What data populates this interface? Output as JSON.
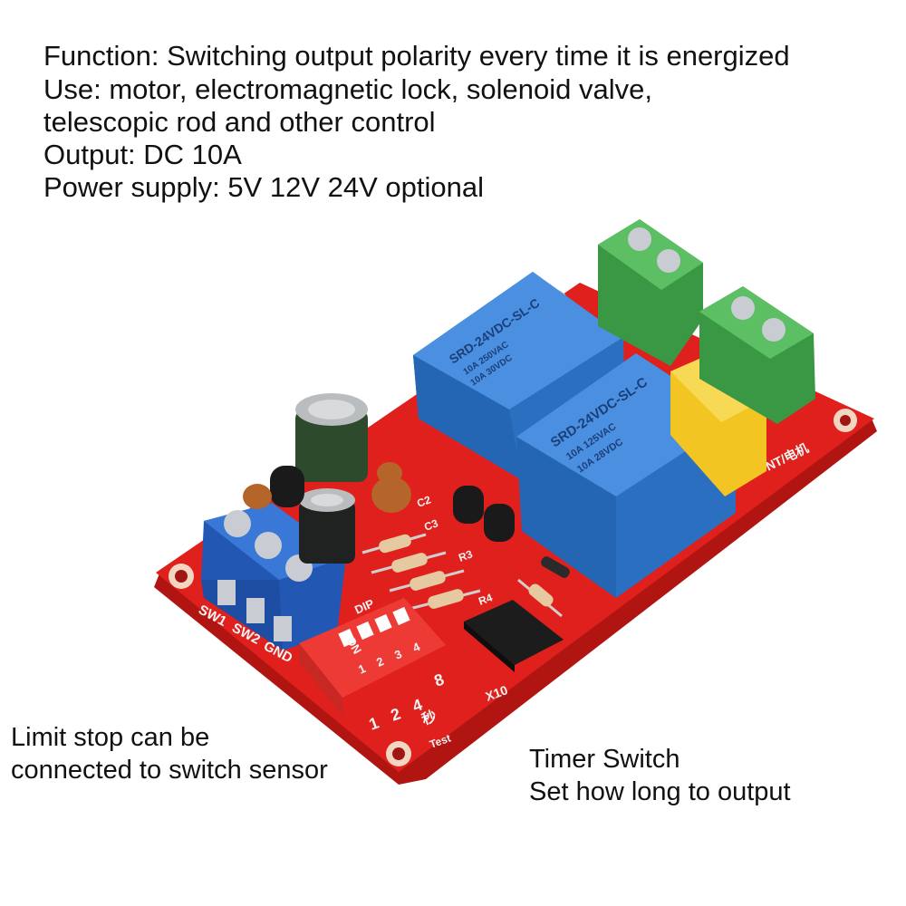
{
  "specs": {
    "function": "Function: Switching output polarity every time it is energized",
    "use_line1": "Use: motor, electromagnetic lock, solenoid valve,",
    "use_line2": "telescopic rod and other control",
    "output": "Output: DC 10A",
    "power": "Power supply: 5V 12V 24V optional"
  },
  "captions": {
    "limit_line1": "Limit stop can be",
    "limit_line2": "connected to switch sensor",
    "timer_line1": "Timer Switch",
    "timer_line2": "Set how long to output"
  },
  "board": {
    "relay_model": "SRD-24VDC-SL-C",
    "relay_rating1": "10A 250VAC",
    "relay_rating2": "10A 30VDC",
    "relay_rating3": "10A 125VAC",
    "relay_rating4": "10A 28VDC",
    "terminal_sw1": "SW1",
    "terminal_sw2": "SW2",
    "terminal_gnd": "GND",
    "dip_label": "DIP",
    "dip_on": "ON",
    "dip_1": "1",
    "dip_2": "2",
    "dip_3": "3",
    "dip_4": "4",
    "time_1": "1",
    "time_2": "2",
    "time_4": "4",
    "time_8": "8",
    "time_unit": "秒",
    "x10_label": "X10",
    "test_label": "Test",
    "motor_label": "NT/电机",
    "r3_label": "R3",
    "r4_label": "R4",
    "c2_label": "C2",
    "c3_label": "C3"
  },
  "colors": {
    "pcb": "#e0201c",
    "relay": "#2f7fd4",
    "terminal_blue": "#2b66c4",
    "terminal_green": "#3fa34a",
    "dip_red": "#ee3a35",
    "capacitor_yellow": "#f2c522"
  }
}
